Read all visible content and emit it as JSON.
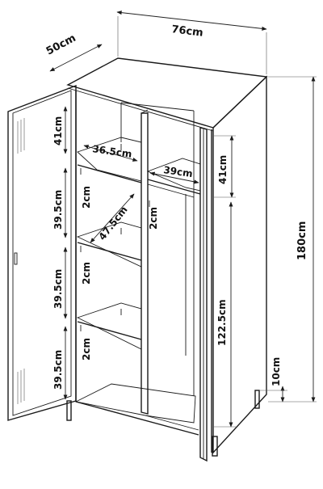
{
  "dimensions": {
    "width": "76cm",
    "depth": "50cm",
    "height": "180cm",
    "leg_height": "10cm",
    "left_compartment": {
      "top_space": "41cm",
      "shelf_width": "36.5cm",
      "shelf_depth": "47.5cm",
      "shelf_gap": "39.5cm",
      "shelf_thickness": "2cm"
    },
    "right_compartment": {
      "top_space": "41cm",
      "shelf_width": "39cm",
      "shelf_thickness": "2cm",
      "hanging_height": "122.5cm"
    }
  }
}
